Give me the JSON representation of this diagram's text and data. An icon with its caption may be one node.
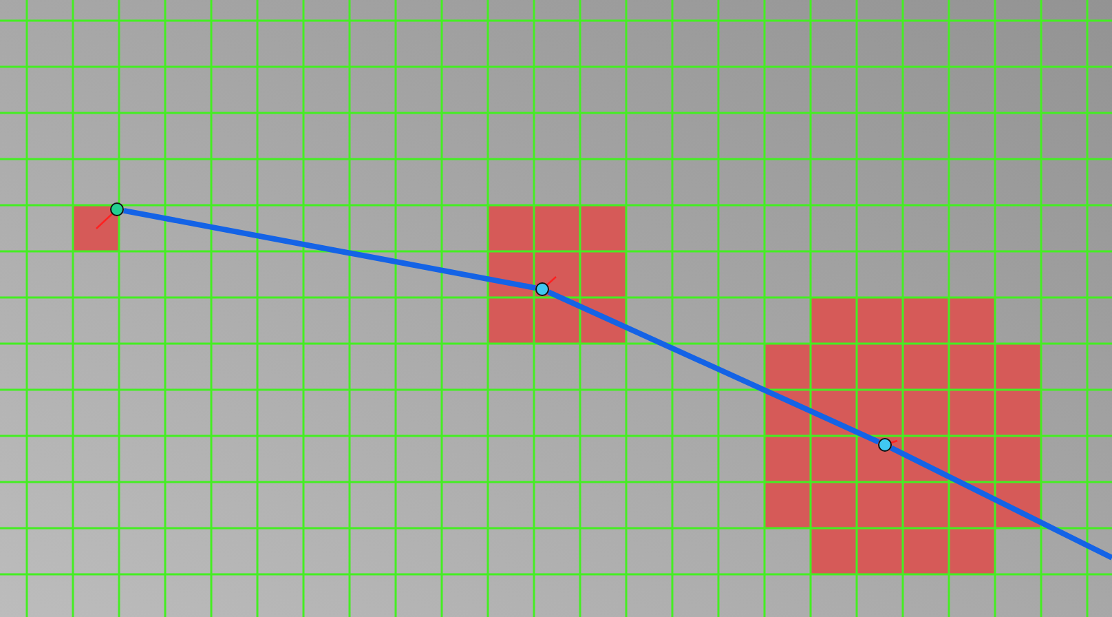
{
  "diagram": {
    "nodes": [
      {
        "text": [],
        "shape": "circle"
      },
      {
        "text": [],
        "shape": "circle"
      },
      {
        "text": [],
        "shape": "circle"
      }
    ],
    "edges": [
      {
        "from": 0,
        "to": 1,
        "arrow": "none"
      },
      {
        "from": 1,
        "to": 2,
        "arrow": "none"
      },
      {
        "from": 2,
        "to": null,
        "arrow": "none"
      }
    ]
  }
}
